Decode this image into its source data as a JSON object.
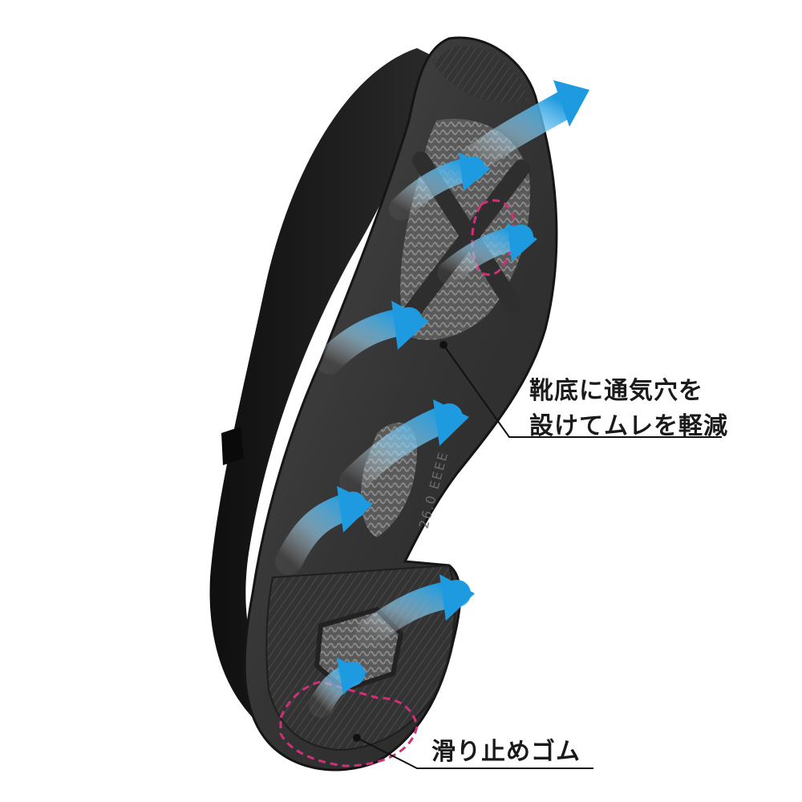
{
  "product_image": {
    "subject": "shoe-sole",
    "size_stamp": "26.0 EEEE"
  },
  "callouts": {
    "ventilation_line1": "靴底に通気穴を",
    "ventilation_line2": "設けてムレを軽減",
    "anti_slip": "滑り止めゴム"
  },
  "colors": {
    "sole": "#3a3a3a",
    "sole_dark": "#1e1e1e",
    "airflow_arrow": "#1e9be0",
    "highlight_dash": "#d0307a",
    "text": "#1a1a1a"
  }
}
